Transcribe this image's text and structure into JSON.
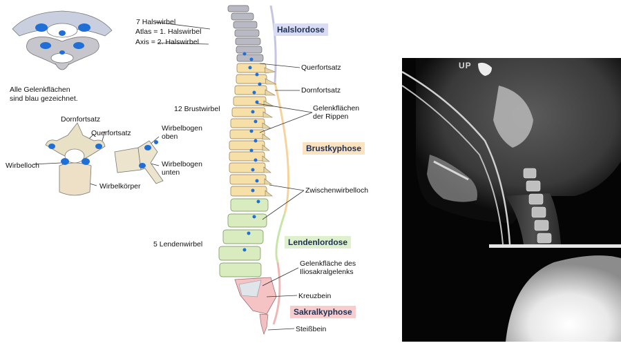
{
  "diagram": {
    "cervical_count": "7 Halswirbel",
    "atlas": "Atlas = 1. Halswirbel",
    "axis": "Axis  = 2. Halswirbel",
    "blue_note_line1": "Alle Gelenkflächen",
    "blue_note_line2": "sind blau gezeichnet.",
    "thoracic_count": "12 Brustwirbel",
    "lumbar_count": "5 Lendenwirbel",
    "vertebra_top": {
      "spinous": "Dornfortsatz",
      "transverse": "Querfortsatz",
      "foramen": "Wirbelloch",
      "body": "Wirbelkörper"
    },
    "vertebra_side": {
      "arch_upper_line1": "Wirbelbogen",
      "arch_upper_line2": "oben",
      "arch_lower_line1": "Wirbelbogen",
      "arch_lower_line2": "unten"
    },
    "spine_labels": {
      "transverse": "Querfortsatz",
      "spinous": "Dornfortsatz",
      "rib_facets_line1": "Gelenkflächen",
      "rib_facets_line2": "der Rippen",
      "intervertebral": "Zwischenwirbelloch",
      "si_line1": "Gelenkfläche des",
      "si_line2": "Iliosakralgelenks",
      "sacrum": "Kreuzbein",
      "coccyx": "Steißbein"
    },
    "regions": {
      "cervical": "Halslordose",
      "thoracic": "Brustkyphose",
      "lumbar": "Lendenlordose",
      "sacral": "Sakralkyphose"
    },
    "colors": {
      "joint_blue": "#1f6fd6",
      "cervical_bg": "#d9dcf2",
      "thoracic_bg": "#fbe3c0",
      "lumbar_bg": "#dff0cc",
      "sacral_bg": "#f6cccc"
    }
  },
  "xray": {
    "overlay_text": "UP"
  }
}
